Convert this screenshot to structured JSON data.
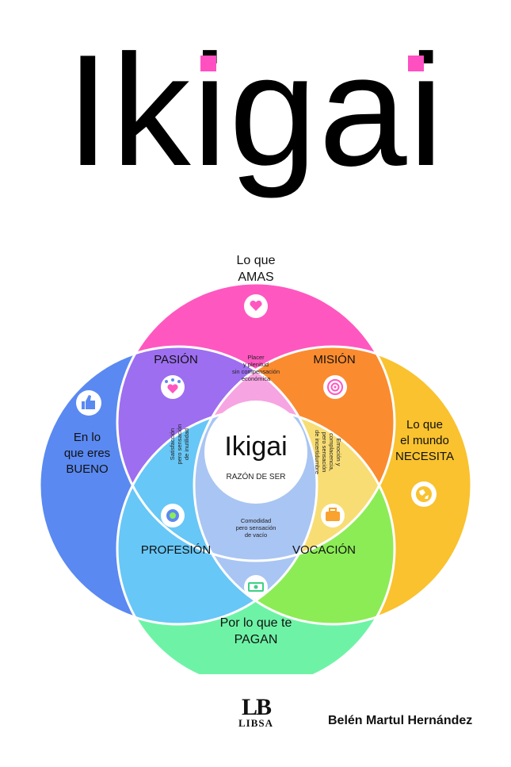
{
  "title": "Ikigai",
  "colors": {
    "amas": "#ff57c0",
    "necesita": "#f9c22e",
    "pagan": "#6ef3a6",
    "bueno": "#5a89f1",
    "pasion": "#9d6ef0",
    "mision": "#fb8b2f",
    "vocacion": "#8cec55",
    "profesion": "#67c7f7",
    "accent": "#ff4fc1"
  },
  "circles": {
    "amas": {
      "line1": "Lo que",
      "line2": "AMAS",
      "icon": "heart-icon"
    },
    "necesita": {
      "line1": "Lo que",
      "line2": "el mundo",
      "line3": "NECESITA",
      "icon": "globe-icon"
    },
    "pagan": {
      "line1": "Por lo que te",
      "line2": "PAGAN",
      "icon": "money-icon"
    },
    "bueno": {
      "line1": "En lo",
      "line2": "que eres",
      "line3": "BUENO",
      "icon": "thumbs-up-icon"
    }
  },
  "regions": {
    "pasion": {
      "label": "PASIÓN",
      "icon": "heart-stars-icon"
    },
    "mision": {
      "label": "MISIÓN",
      "icon": "target-icon"
    },
    "vocacion": {
      "label": "VOCACIÓN",
      "icon": "briefcase-icon"
    },
    "profesion": {
      "label": "PROFESIÓN",
      "icon": "award-icon"
    }
  },
  "center": {
    "title": "Ikigai",
    "subtitle": "RAZÓN DE SER"
  },
  "petals": {
    "top": {
      "lines": [
        "Placer",
        "y plenitud",
        "sin compensación",
        "económica"
      ]
    },
    "right": {
      "lines": [
        "Emoción y",
        "complacencia,",
        "pero sensación",
        "de incertidumbre"
      ]
    },
    "bottom": {
      "lines": [
        "Comodidad",
        "pero sensación",
        "de vacío"
      ]
    },
    "left": {
      "lines": [
        "Satisfacción",
        "pero sensación",
        "de inutilidad"
      ]
    }
  },
  "footer": {
    "publisher": "LIBSA",
    "publisher_mark": "LB",
    "author": "Belén Martul Hernández"
  }
}
